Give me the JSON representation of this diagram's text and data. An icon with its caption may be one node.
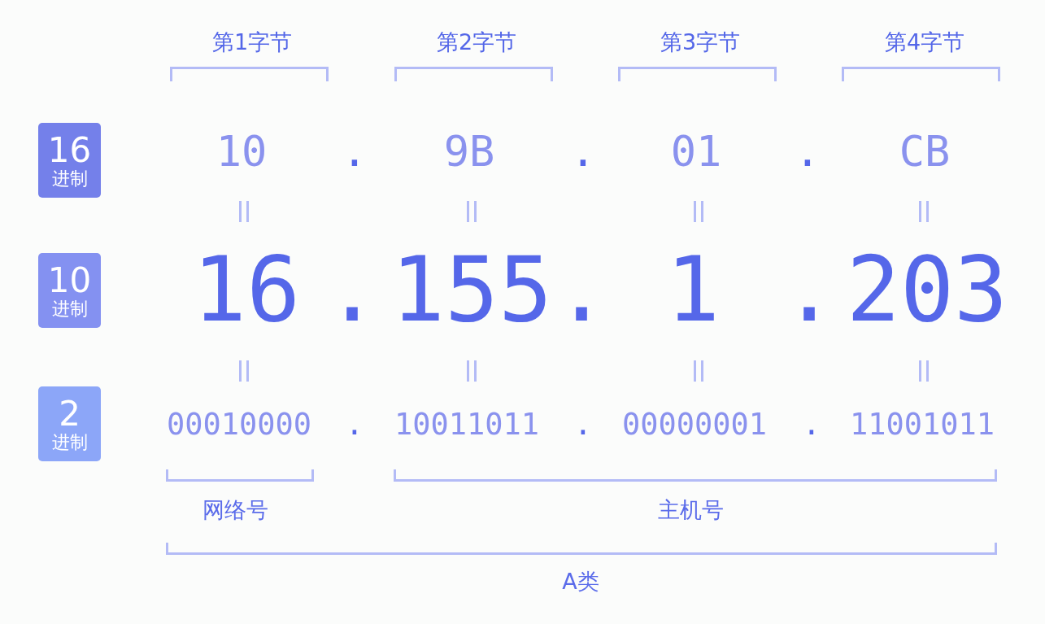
{
  "diagram": {
    "nodes": [
      {
        "text": [
          "16",
          "进制"
        ]
      },
      {
        "text": [
          "10",
          "进制"
        ]
      },
      {
        "text": [
          "2",
          "进制"
        ]
      }
    ],
    "labels": [
      "第1字节",
      "第2字节",
      "第3字节",
      "第4字节",
      "10",
      ".",
      "9B",
      ".",
      "01",
      ".",
      "CB",
      "16",
      ".",
      "155",
      ".",
      "1",
      ".",
      "203",
      "00010000",
      ".",
      "10011011",
      ".",
      "00000001",
      ".",
      "11001011",
      "网络号",
      "主机号",
      "A类"
    ]
  }
}
